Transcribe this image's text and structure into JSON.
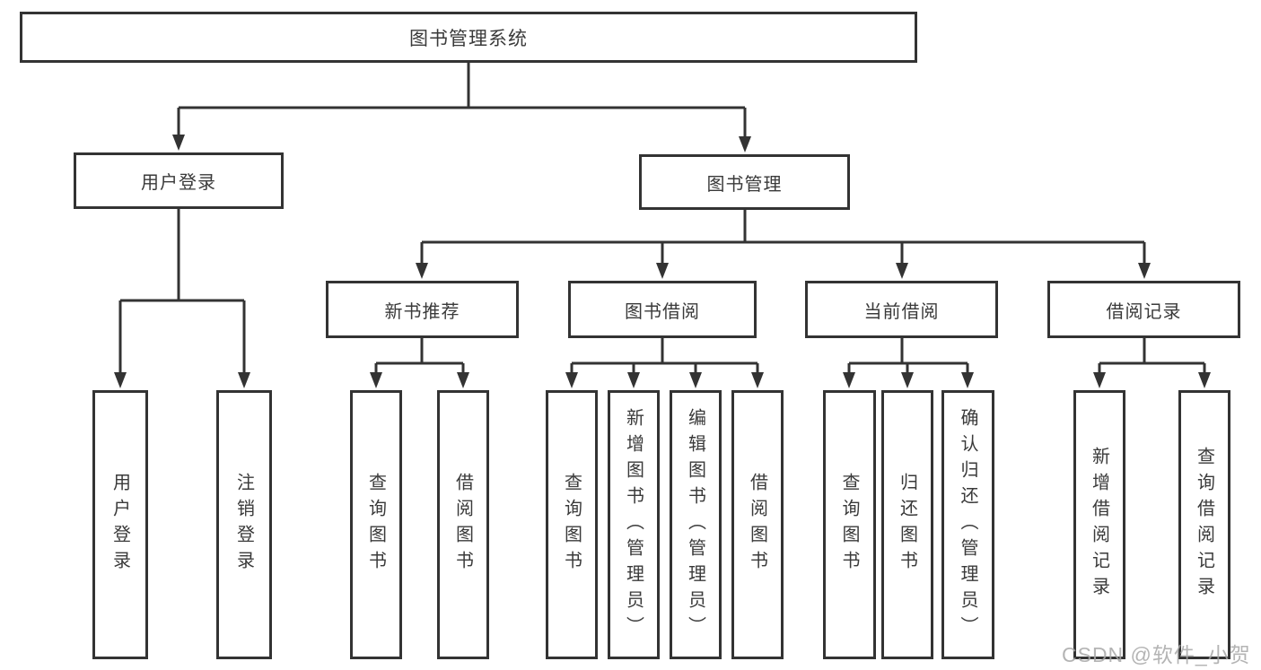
{
  "diagram": {
    "type": "tree-structure-chart",
    "root": {
      "label": "图书管理系统",
      "children": [
        {
          "label": "用户登录",
          "children": [
            {
              "label": "用户登录"
            },
            {
              "label": "注销登录"
            }
          ]
        },
        {
          "label": "图书管理",
          "children": [
            {
              "label": "新书推荐",
              "children": [
                {
                  "label": "查询图书"
                },
                {
                  "label": "借阅图书"
                }
              ]
            },
            {
              "label": "图书借阅",
              "children": [
                {
                  "label": "查询图书"
                },
                {
                  "label": "新增图书（管理员）"
                },
                {
                  "label": "编辑图书（管理员）"
                },
                {
                  "label": "借阅图书"
                }
              ]
            },
            {
              "label": "当前借阅",
              "children": [
                {
                  "label": "查询图书"
                },
                {
                  "label": "归还图书"
                },
                {
                  "label": "确认归还（管理员）"
                }
              ]
            },
            {
              "label": "借阅记录",
              "children": [
                {
                  "label": "新增借阅记录"
                },
                {
                  "label": "查询借阅记录"
                }
              ]
            }
          ]
        }
      ]
    }
  },
  "watermark": {
    "text": "CSDN @软件_小贺同学"
  },
  "colors": {
    "line": "#333333",
    "border": "#333333",
    "text": "#3a3a3a",
    "background": "#ffffff",
    "watermark": "#a8a8a8"
  }
}
